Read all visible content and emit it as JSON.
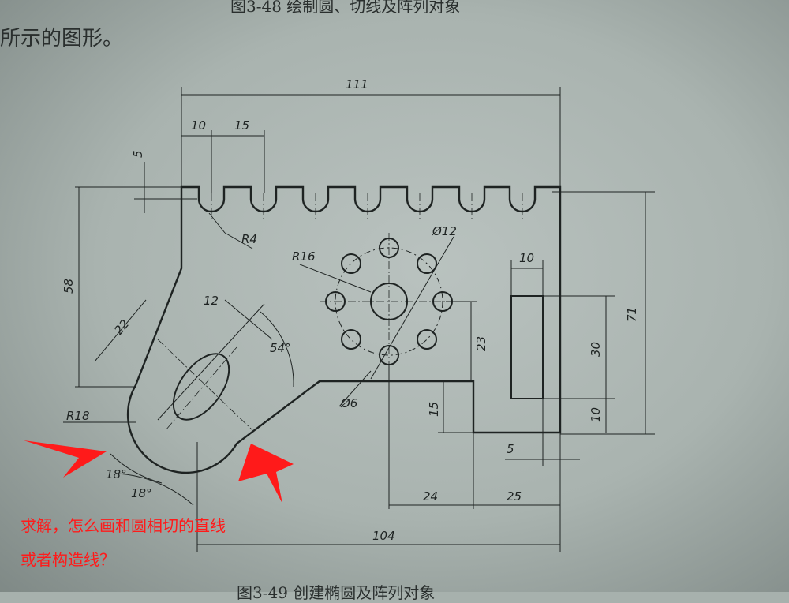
{
  "captions": {
    "top": "图3-48  绘制圆、切线及阵列对象",
    "intro": "所示的图形。",
    "bottom": "图3-49  创建椭圆及阵列对象"
  },
  "question": {
    "line1": "求解，怎么画和圆相切的直线",
    "line2": "或者构造线？"
  },
  "dimensions": {
    "overall_width": "111",
    "tooth_offset": "10",
    "tooth_pitch": "15",
    "tooth_depth": "5",
    "left_height": "58",
    "slot_radius": "R4",
    "pattern_radius": "R16",
    "center_hole": "Ø12",
    "rect_width": "10",
    "overall_height": "71",
    "rect_height": "30",
    "rect_bottom": "10",
    "step_height": "23",
    "step_low": "15",
    "right_gap": "5",
    "step_width": "24",
    "right_width": "25",
    "bottom_width": "104",
    "small_hole": "Ø6",
    "ellipse_major": "22",
    "ellipse_minor": "12",
    "angle": "54°",
    "arc_radius": "R18",
    "angle_a": "18°",
    "angle_b": "18°"
  },
  "colors": {
    "line": "#1e2322",
    "annotation": "#ff1a1a"
  }
}
